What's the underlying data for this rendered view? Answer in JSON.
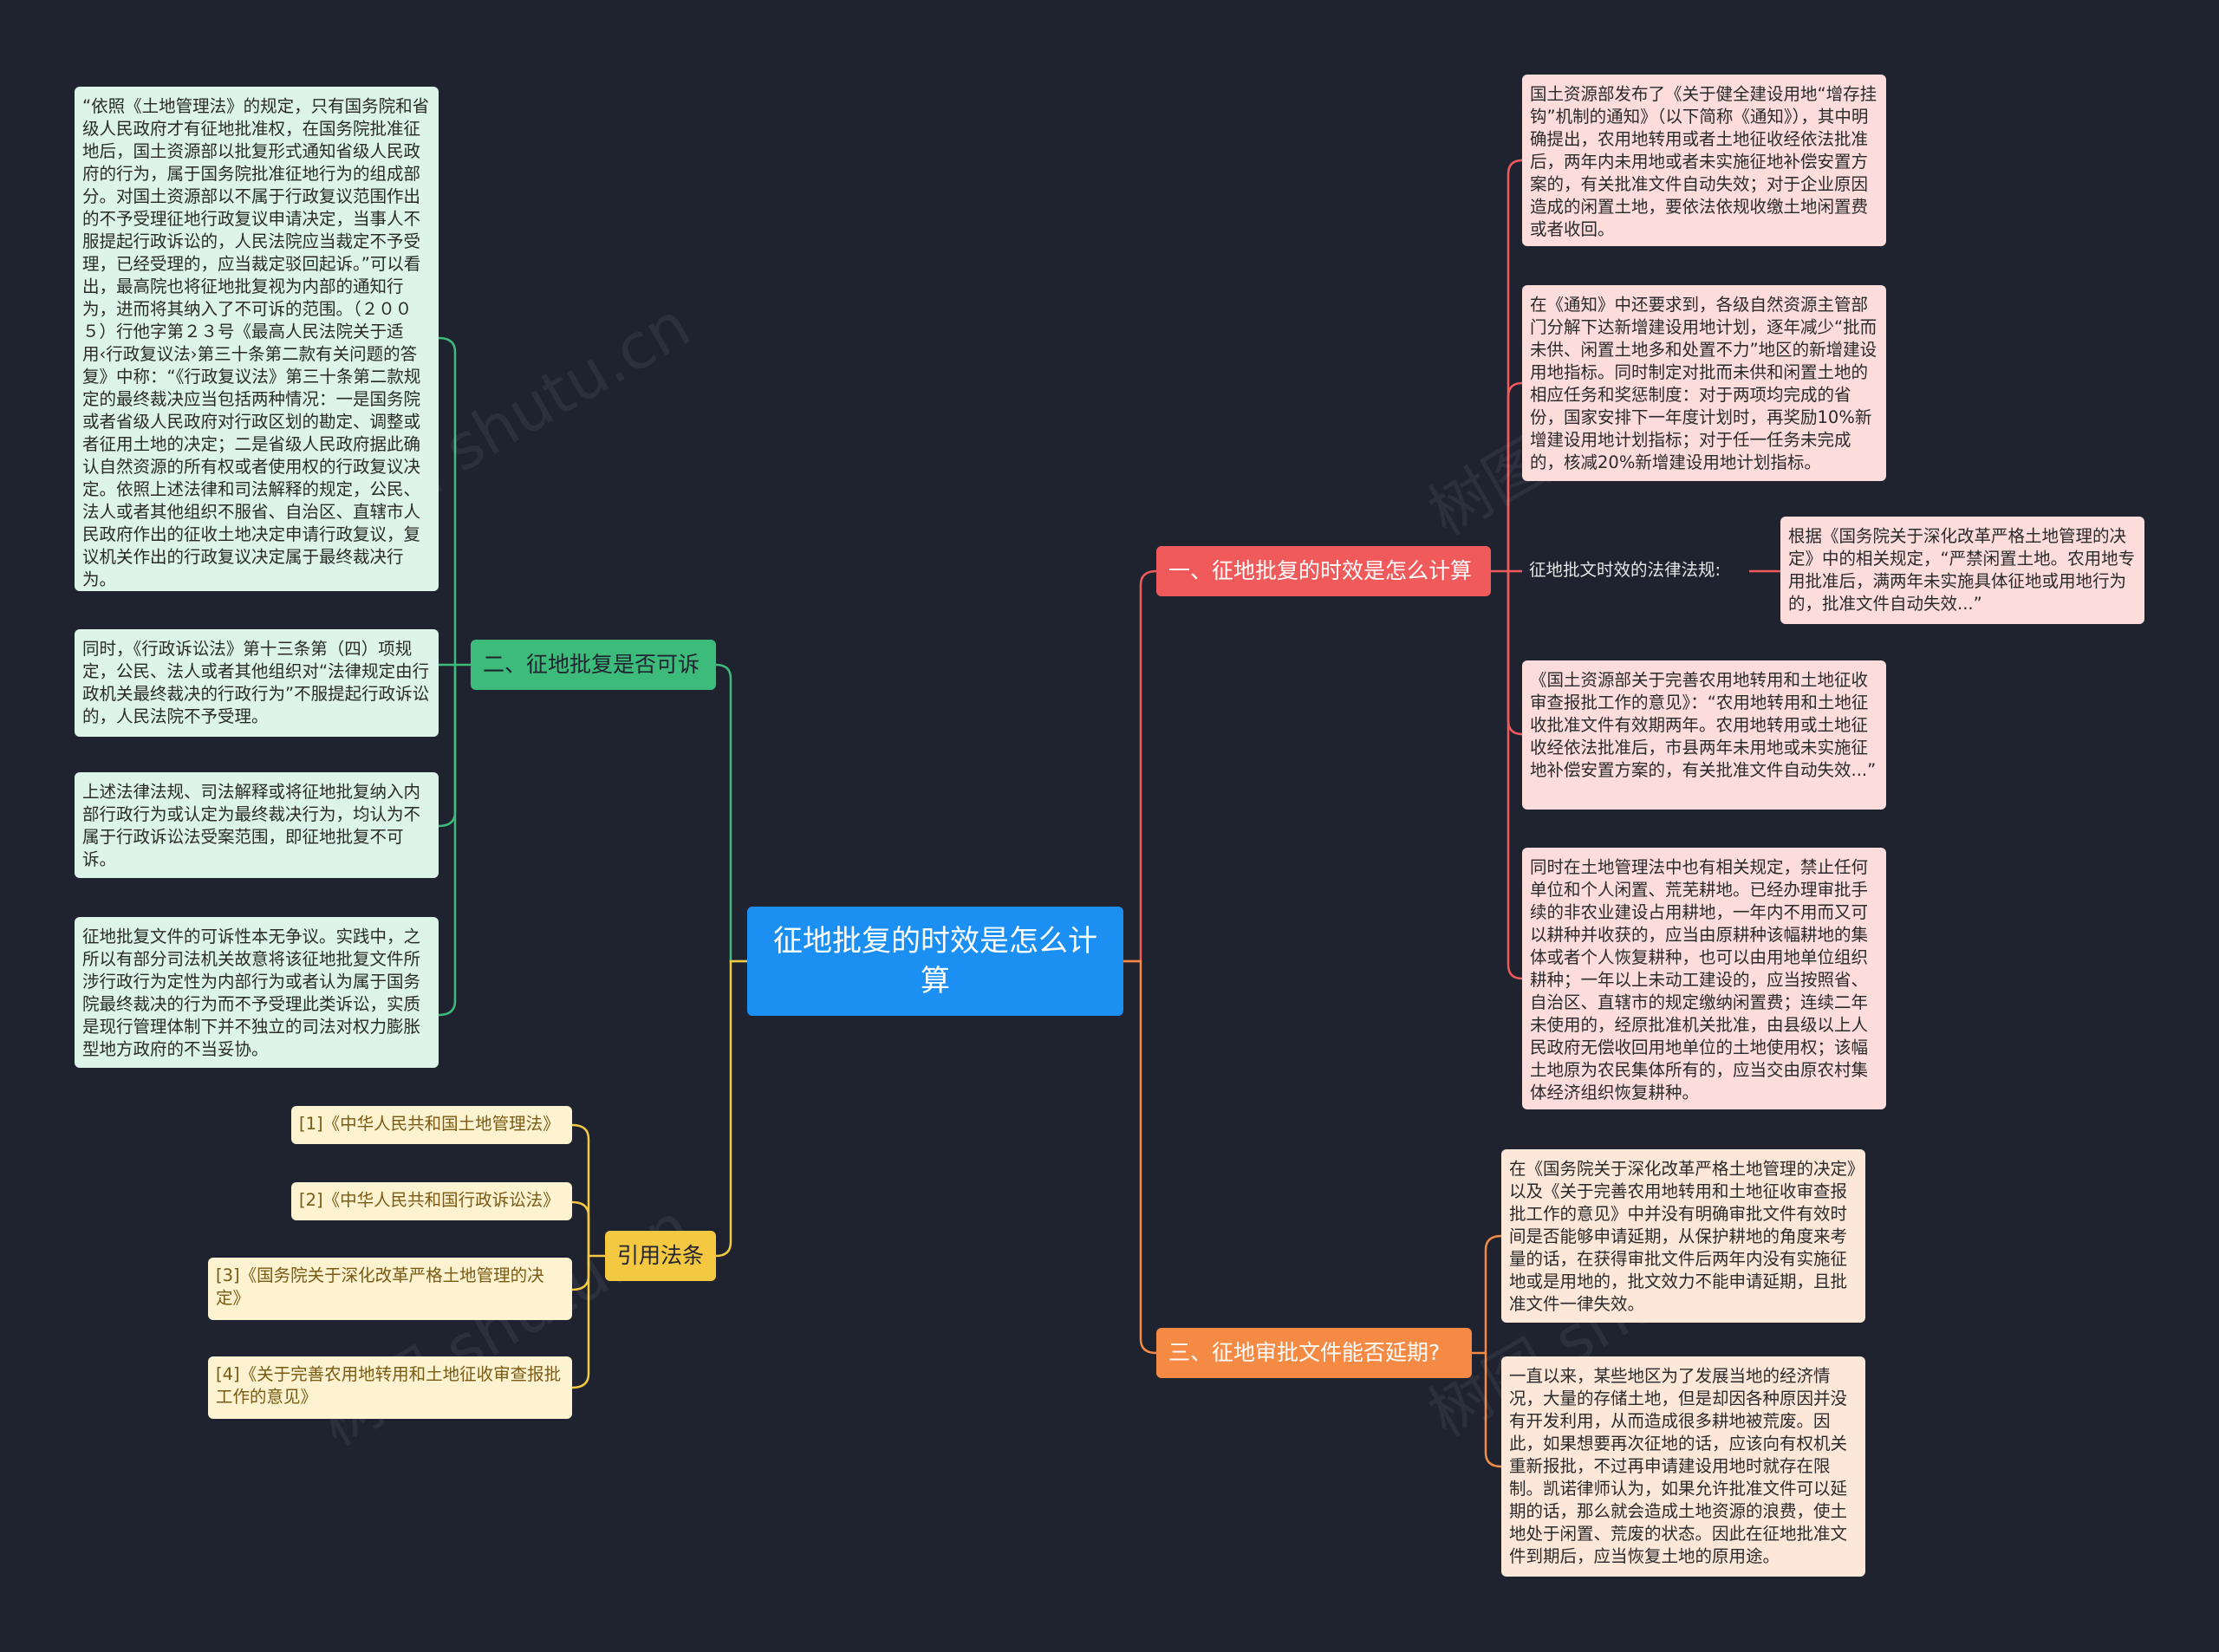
{
  "center": {
    "title": "征地批复的时效是怎么计算"
  },
  "branches": {
    "b1": "一、征地批复的时效是怎么计算",
    "b2": "二、征地批复是否可诉",
    "b3": "三、征地审批文件能否延期?",
    "b4": "引用法条"
  },
  "b1_leaves": [
    "国土资源部发布了《关于健全建设用地“增存挂钩”机制的通知》（以下简称《通知》），其中明确提出，农用地转用或者土地征收经依法批准后，两年内未用地或者未实施征地补偿安置方案的，有关批准文件自动失效；对于企业原因造成的闲置土地，要依法依规收缴土地闲置费或者收回。",
    "在《通知》中还要求到，各级自然资源主管部门分解下达新增建设用地计划，逐年减少“批而未供、闲置土地多和处置不力”地区的新增建设用地指标。同时制定对批而未供和闲置土地的相应任务和奖惩制度：对于两项均完成的省份，国家安排下一年度计划时，再奖励10%新增建设用地计划指标；对于任一任务未完成的，核减20%新增建设用地计划指标。",
    "征地批文时效的法律法规:",
    "《国土资源部关于完善农用地转用和土地征收审查报批工作的意见》：“农用地转用和土地征收批准文件有效期两年。农用地转用或土地征收经依法批准后，市县两年未用地或未实施征地补偿安置方案的，有关批准文件自动失效...”",
    "同时在土地管理法中也有相关规定，禁止任何单位和个人闲置、荒芜耕地。已经办理审批手续的非农业建设占用耕地，一年内不用而又可以耕种并收获的，应当由原耕种该幅耕地的集体或者个人恢复耕种，也可以由用地单位组织耕种；一年以上未动工建设的，应当按照省、自治区、直辖市的规定缴纳闲置费；连续二年未使用的，经原批准机关批准，由县级以上人民政府无偿收回用地单位的土地使用权；该幅土地原为农民集体所有的，应当交由原农村集体经济组织恢复耕种。"
  ],
  "b1_sub": "根据《国务院关于深化改革严格土地管理的决定》中的相关规定，“严禁闲置土地。农用地专用批准后，满两年未实施具体征地或用地行为的，批准文件自动失效...”",
  "b2_leaves": [
    "“依照《土地管理法》的规定，只有国务院和省级人民政府才有征地批准权，在国务院批准征地后，国土资源部以批复形式通知省级人民政府的行为，属于国务院批准征地行为的组成部分。对国土资源部以不属于行政复议范围作出的不予受理征地行政复议申请决定，当事人不服提起行政诉讼的，人民法院应当裁定不予受理，已经受理的，应当裁定驳回起诉。”可以看出，最高院也将征地批复视为内部的通知行为，进而将其纳入了不可诉的范围。（２００５）行他字第２３号《最高人民法院关于适用‹行政复议法›第三十条第二款有关问题的答复》中称：“《行政复议法》第三十条第二款规定的最终裁决应当包括两种情况：一是国务院或者省级人民政府对行政区划的勘定、调整或者征用土地的决定；二是省级人民政府据此确认自然资源的所有权或者使用权的行政复议决定。依照上述法律和司法解释的规定，公民、法人或者其他组织不服省、自治区、直辖市人民政府作出的征收土地决定申请行政复议，复议机关作出的行政复议决定属于最终裁决行为。",
    "同时，《行政诉讼法》第十三条第（四）项规定，公民、法人或者其他组织对“法律规定由行政机关最终裁决的行政行为”不服提起行政诉讼的，人民法院不予受理。",
    "上述法律法规、司法解释或将征地批复纳入内部行政行为或认定为最终裁决行为，均认为不属于行政诉讼法受案范围，即征地批复不可诉。",
    "征地批复文件的可诉性本无争议。实践中，之所以有部分司法机关故意将该征地批复文件所涉行政行为定性为内部行为或者认为属于国务院最终裁决的行为而不予受理此类诉讼，实质是现行管理体制下并不独立的司法对权力膨胀型地方政府的不当妥协。"
  ],
  "b3_leaves": [
    "在《国务院关于深化改革严格土地管理的决定》以及《关于完善农用地转用和土地征收审查报批工作的意见》中并没有明确审批文件有效时间是否能够申请延期，从保护耕地的角度来考量的话，在获得审批文件后两年内没有实施征地或是用地的，批文效力不能申请延期，且批准文件一律失效。",
    "一直以来，某些地区为了发展当地的经济情况，大量的存储土地，但是却因各种原因并没有开发利用，从而造成很多耕地被荒废。因此，如果想要再次征地的话，应该向有权机关重新报批，不过再申请建设用地时就存在限制。凯诺律师认为，如果允许批准文件可以延期的话，那么就会造成土地资源的浪费，使土地处于闲置、荒废的状态。因此在征地批准文件到期后，应当恢复土地的原用途。"
  ],
  "b4_leaves": [
    "[1]《中华人民共和国土地管理法》",
    "[2]《中华人民共和国行政诉讼法》",
    "[3]《国务院关于深化改革严格土地管理的决定》",
    "[4]《关于完善农用地转用和土地征收审查报批工作的意见》"
  ],
  "colors": {
    "background": "#1f2330",
    "center": "#1b8ff2",
    "red": "#f05a5a",
    "orange": "#f58a45",
    "green": "#3dbb7a",
    "yellow": "#f5c842"
  },
  "watermark": "树图 shutu.cn"
}
